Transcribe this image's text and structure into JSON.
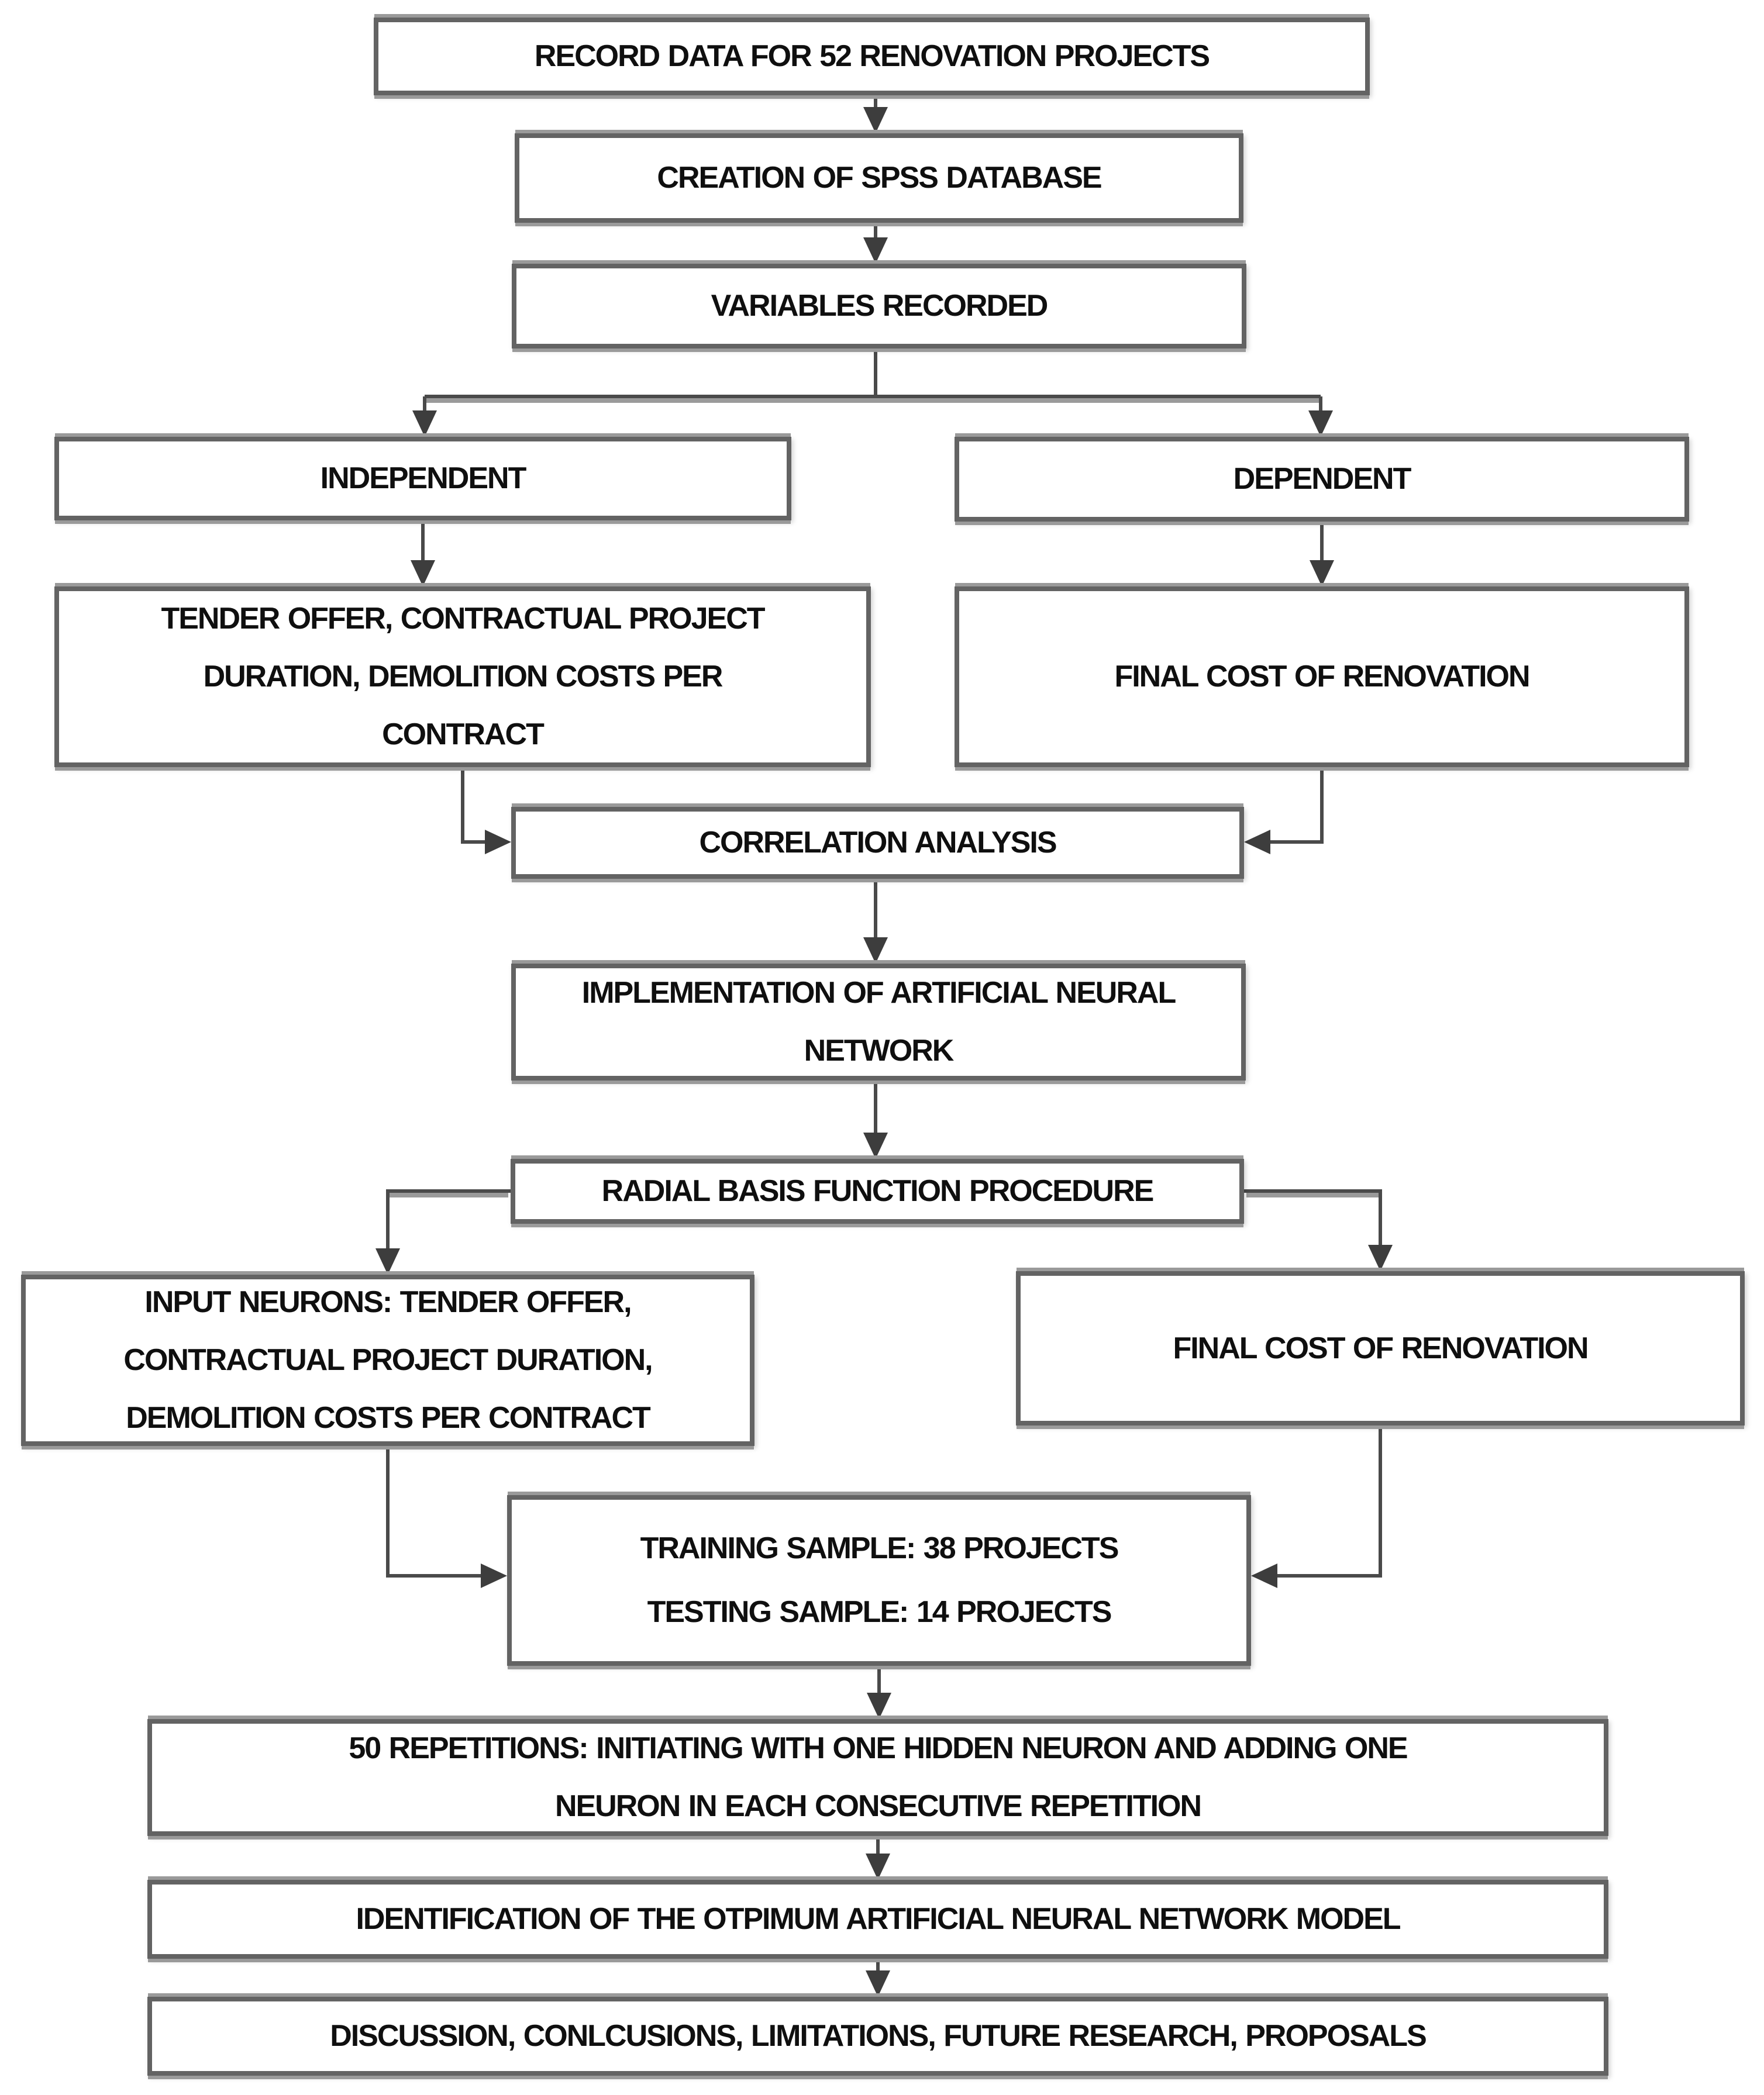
{
  "flowchart": {
    "colors": {
      "background": "#ffffff",
      "box_border": "#636363",
      "box_edge_band": "#9a9a9a",
      "connector": "#4a4a4a",
      "text": "#0f0f0f"
    },
    "nodes": {
      "record": {
        "label": "RECORD DATA FOR 52 RENOVATION PROJECTS"
      },
      "spss": {
        "label": "CREATION OF SPSS DATABASE"
      },
      "variables": {
        "label": "VARIABLES RECORDED"
      },
      "independent": {
        "label": "INDEPENDENT"
      },
      "dependent": {
        "label": "DEPENDENT"
      },
      "independent_vars": {
        "label": "TENDER OFFER, CONTRACTUAL PROJECT DURATION, DEMOLITION COSTS PER CONTRACT"
      },
      "dependent_var": {
        "label": "FINAL COST OF RENOVATION"
      },
      "correlation": {
        "label": "CORRELATION ANALYSIS"
      },
      "ann": {
        "label": "IMPLEMENTATION OF ARTIFICIAL NEURAL NETWORK"
      },
      "rbf": {
        "label": "RADIAL BASIS FUNCTION PROCEDURE"
      },
      "input_neurons": {
        "label": "INPUT NEURONS: TENDER OFFER, CONTRACTUAL PROJECT DURATION, DEMOLITION COSTS PER CONTRACT"
      },
      "output_neuron": {
        "label": "FINAL COST OF RENOVATION"
      },
      "samples": {
        "lines": [
          "TRAINING SAMPLE: 38 PROJECTS",
          "TESTING SAMPLE: 14 PROJECTS"
        ]
      },
      "repetitions": {
        "label": "50 REPETITIONS: INITIATING WITH ONE HIDDEN NEURON AND ADDING ONE NEURON IN EACH CONSECUTIVE REPETITION"
      },
      "identification": {
        "label": "IDENTIFICATION OF THE OTPIMUM ARTIFICIAL NEURAL NETWORK MODEL"
      },
      "discussion": {
        "label": "DISCUSSION, CONLCUSIONS, LIMITATIONS, FUTURE RESEARCH, PROPOSALS"
      }
    }
  }
}
